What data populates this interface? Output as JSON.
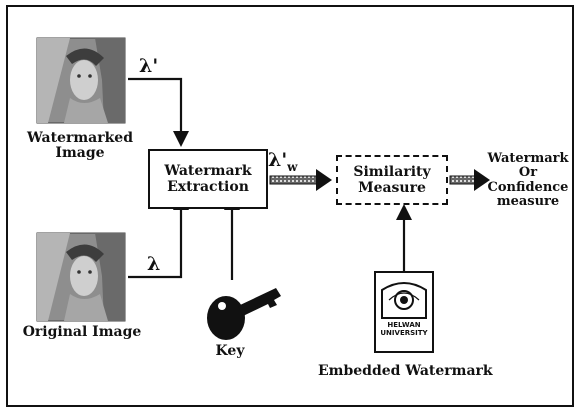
{
  "diagram": {
    "inputs": {
      "watermarked": {
        "label_line1": "Watermarked",
        "label_line2": "Image",
        "symbol": "λ'"
      },
      "original": {
        "label": "Original Image",
        "symbol": "λ"
      }
    },
    "extraction_box": {
      "line1": "Watermark",
      "line2": "Extraction"
    },
    "extracted_symbol": {
      "base": "λ'",
      "sub": "w"
    },
    "similarity_box": {
      "line1": "Similarity",
      "line2": "Measure"
    },
    "output": {
      "line1": "Watermark",
      "line2": "Or",
      "line3": "Confidence",
      "line4": "measure"
    },
    "key": {
      "label": "Key",
      "icon": "key-icon"
    },
    "embedded": {
      "label": "Embedded Watermark",
      "logo_text_line1": "HELWAN",
      "logo_text_line2": "UNIVERSITY"
    }
  }
}
